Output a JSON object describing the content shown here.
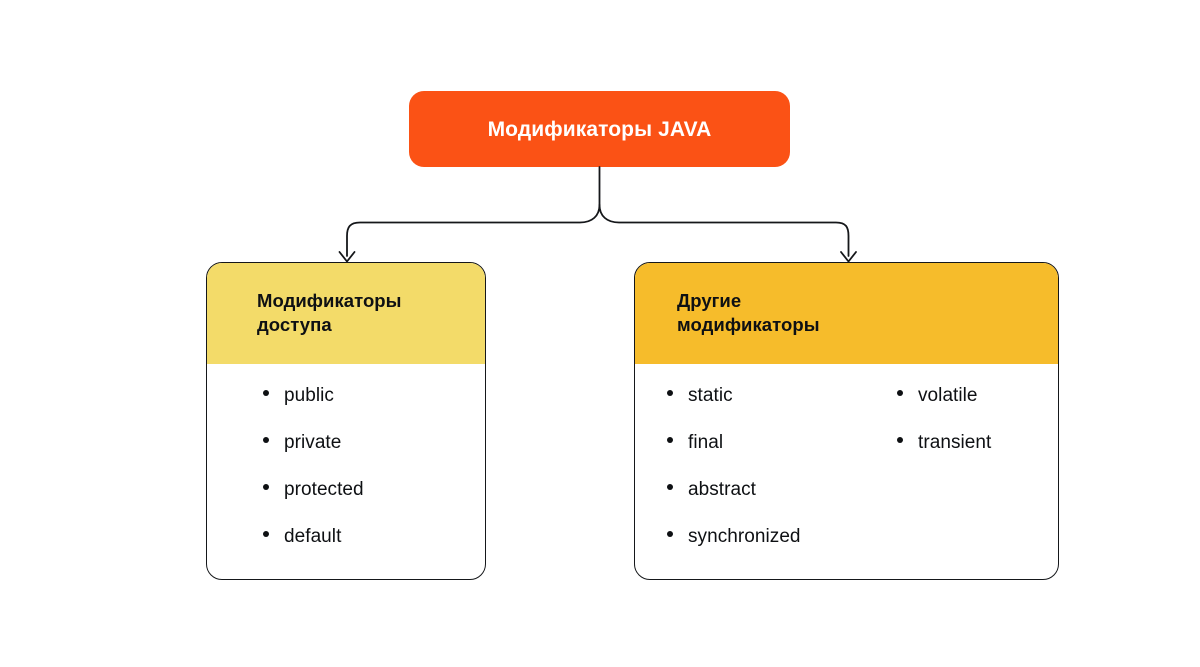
{
  "diagram": {
    "type": "hierarchy-tree",
    "background_color": "#ffffff",
    "root": {
      "label": "Модификаторы JAVA",
      "fill_color": "#fb5215",
      "text_color": "#ffffff"
    },
    "connector": {
      "stroke_color": "#15171a",
      "arrow_count": 2
    },
    "branches": [
      {
        "id": "access-modifiers",
        "title": "Модификаторы\nдоступа",
        "header_color": "#f3db69",
        "text_color": "#0e1013",
        "columns": [
          [
            "public",
            "private",
            "protected",
            "default"
          ]
        ]
      },
      {
        "id": "other-modifiers",
        "title": "Другие\nмодификаторы",
        "header_color": "#f6bc2b",
        "text_color": "#0e1013",
        "columns": [
          [
            "static",
            "final",
            "abstract",
            "synchronized"
          ],
          [
            "volatile",
            "transient"
          ]
        ]
      }
    ]
  }
}
